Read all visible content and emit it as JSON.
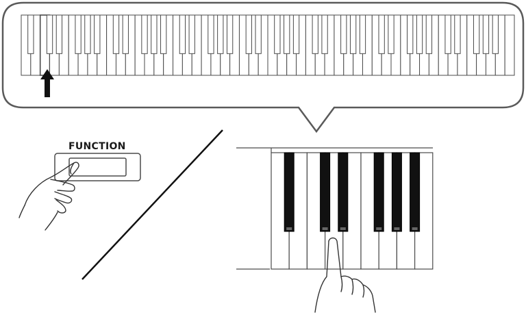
{
  "function_button": {
    "label": "FUNCTION"
  },
  "keyboard_overview": {
    "white_key_count": 52,
    "highlighted_white_key_index": 2
  },
  "keyboard_detail": {
    "white_key_count": 9
  },
  "colors": {
    "line": "#4a4a4a",
    "black_key": "#111111",
    "callout_border": "#5a5a5a",
    "white_key": "#ffffff"
  },
  "icons": {
    "pointer": "up-arrow-icon",
    "hand_left": "pressing-hand-icon",
    "hand_right": "pointing-hand-icon"
  }
}
